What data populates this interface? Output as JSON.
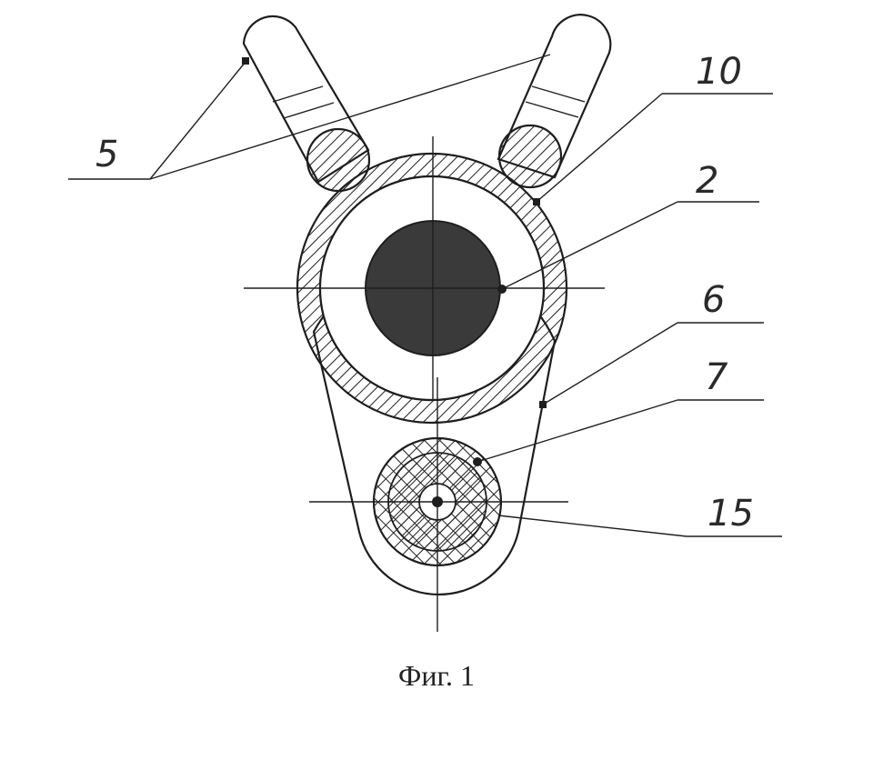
{
  "labels": {
    "l5": "5",
    "l10": "10",
    "l2": "2",
    "l6": "6",
    "l7": "7",
    "l15": "15"
  },
  "caption": "Фиг. 1",
  "colors": {
    "ink": "#1e1e1e",
    "core": "#3a3a3a",
    "background": "#ffffff"
  }
}
